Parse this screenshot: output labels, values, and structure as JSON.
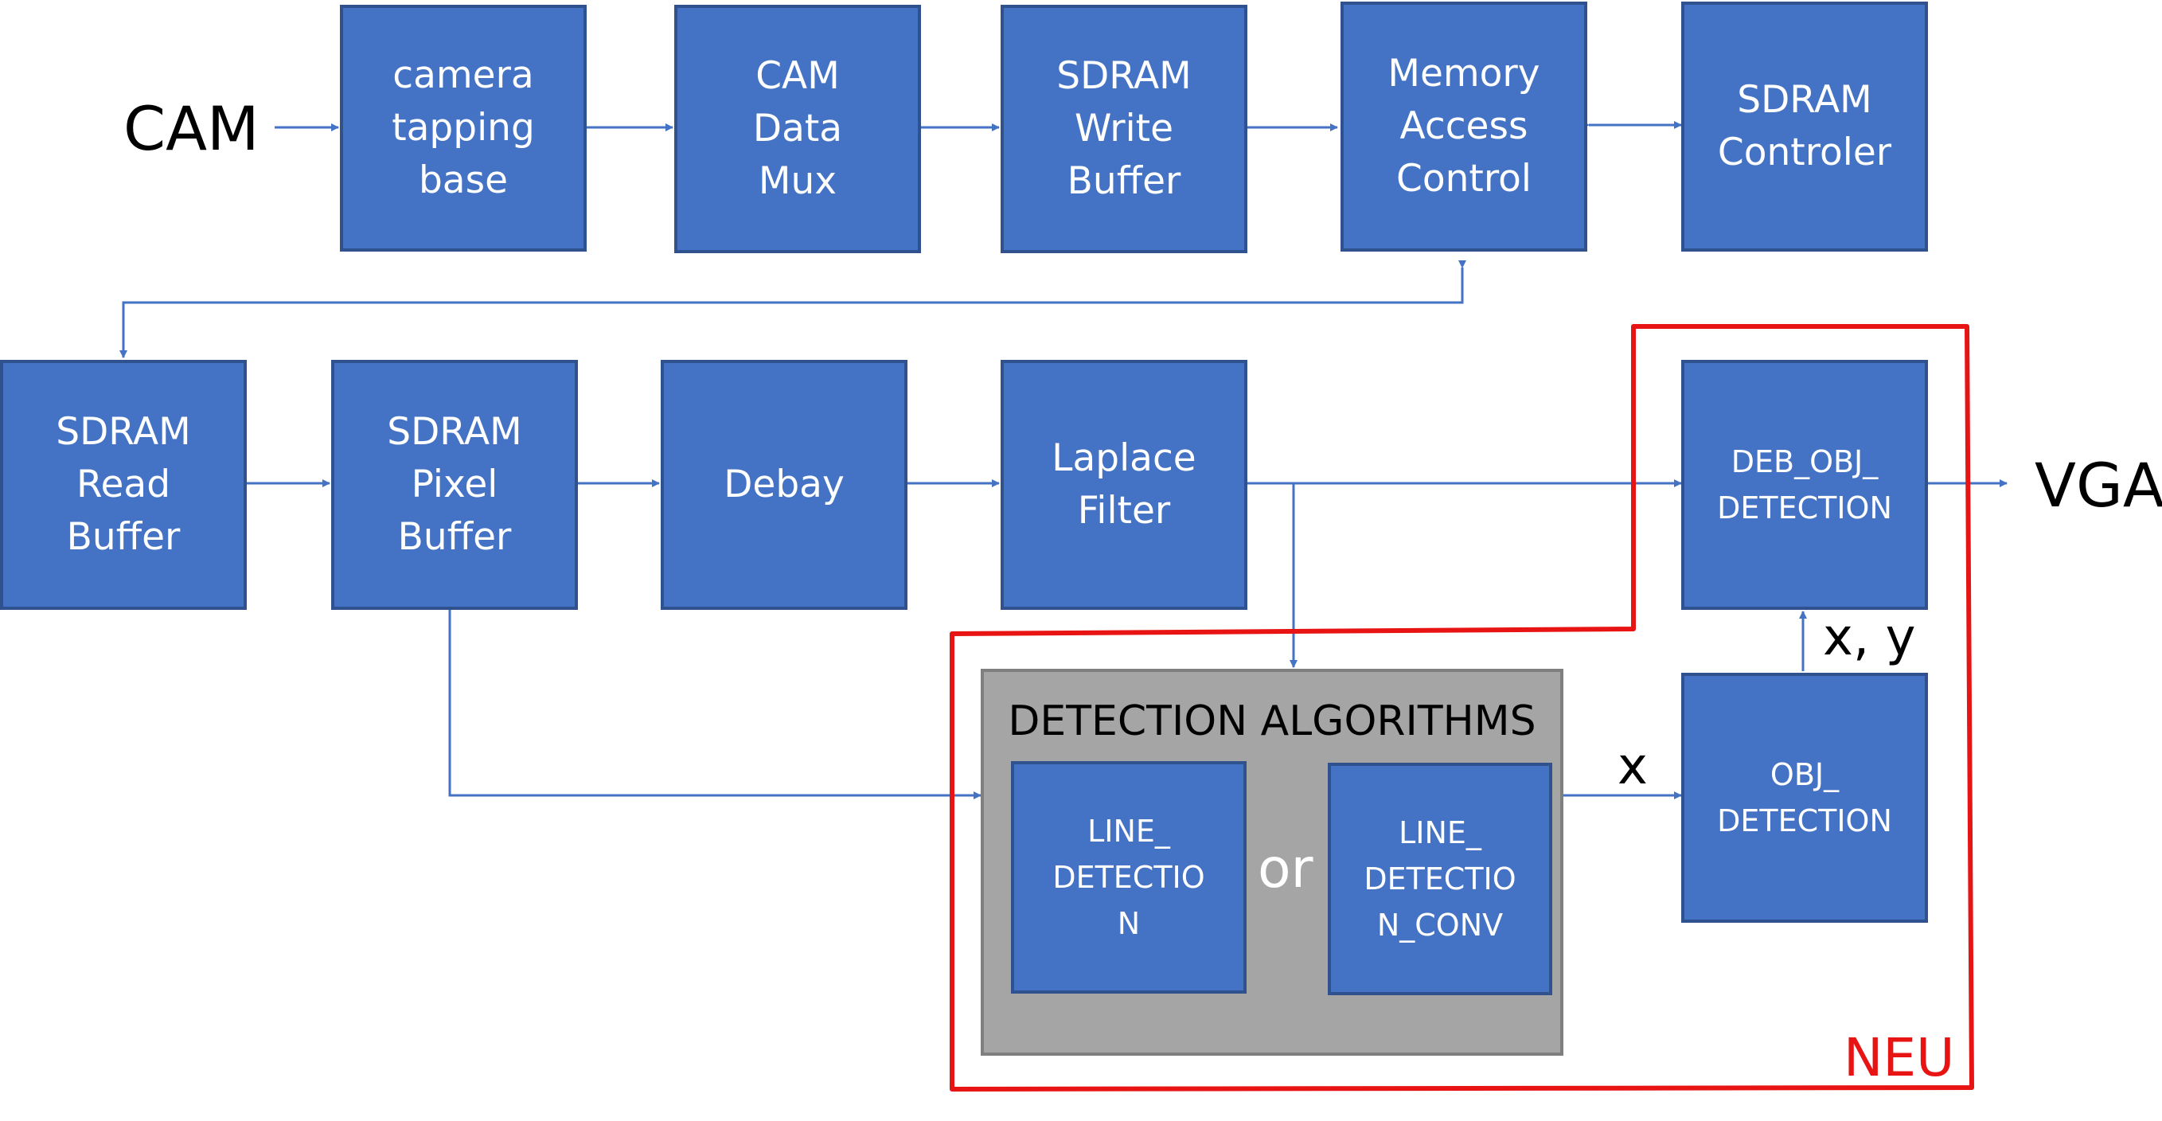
{
  "inputs": {
    "cam": "CAM"
  },
  "outputs": {
    "vga": "VGA"
  },
  "blocks": {
    "camera_tapping_base": "camera\ntapping\nbase",
    "cam_data_mux": "CAM\nData\nMux",
    "sdram_write_buffer": "SDRAM\nWrite\nBuffer",
    "memory_access_control": "Memory\nAccess\nControl",
    "sdram_controler": "SDRAM\nControler",
    "sdram_read_buffer": "SDRAM\nRead\nBuffer",
    "sdram_pixel_buffer": "SDRAM\nPixel\nBuffer",
    "debay": "Debay",
    "laplace_filter": "Laplace\nFilter",
    "deb_obj_detection": "DEB_OBJ_\nDETECTION",
    "obj_detection": "OBJ_\nDETECTION",
    "line_detection": "LINE_\nDETECTIO\nN",
    "line_detection_conv": "LINE_\nDETECTIO\nN_CONV"
  },
  "group": {
    "title": "DETECTION ALGORITHMS",
    "or_label": "or"
  },
  "signals": {
    "x_label": "x",
    "xy_label": "x, y"
  },
  "new_region": {
    "label": "NEU"
  },
  "colors": {
    "block_fill": "#4472c4",
    "block_border": "#2f528f",
    "wire": "#4472c4",
    "group_fill": "#a5a5a5",
    "new_region_border": "#e81414"
  }
}
